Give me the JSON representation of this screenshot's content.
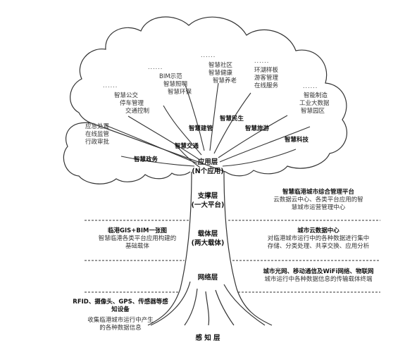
{
  "crown": {
    "gov_items": [
      "应急处置",
      "在线监管",
      "行政审批"
    ],
    "transport_items": [
      "智慧公交",
      "停车管理",
      "交通控制"
    ],
    "construction_items": [
      "BIM示范",
      "智慧照明",
      "智慧环保"
    ],
    "livelihood_items": [
      "智慧社区",
      "智慧健康",
      "智慧养老"
    ],
    "tourism_items": [
      "环湖样板",
      "游客管理",
      "在线服务"
    ],
    "tech_items": [
      "智能制造",
      "工业大数据",
      "智慧园区"
    ],
    "ellipsis": "......",
    "branches": {
      "gov": "智慧政务",
      "transport": "智慧交通",
      "construction": "智慧建管",
      "livelihood": "智慧民生",
      "tourism": "智慧旅游",
      "tech": "智慧科技"
    }
  },
  "layers": {
    "application": [
      "应用层",
      "(N个应用)"
    ],
    "support": [
      "支撑层",
      "(一大平台)"
    ],
    "carrier": [
      "载体层",
      "(两大载体)"
    ],
    "network": "网络层",
    "perception": "感 知 层"
  },
  "annotations": {
    "platform_title": "智慧临港城市综合管理平台",
    "platform_desc": [
      "云数据云中心、各类平台应用的智",
      "慧城市运营管理中心"
    ],
    "gis_title": "临港GIS+BIM一张图",
    "gis_desc": [
      "智慧临港各类平台应用构建的",
      "基础载体"
    ],
    "cloud_title": "城市云数据中心",
    "cloud_desc": [
      "对临港城市运行中的各种数据进行集中",
      "存储、分类处理、共享交换、应用分析"
    ],
    "network_title": "城市光网、移动通信及WiFi网络、物联网",
    "network_desc": "城市运行中各种数据信息的传输载体终端",
    "sensor_title": [
      "RFID、摄像头、GPS、传感器等感",
      "知设备"
    ],
    "sensor_desc": [
      "收集临港城市运行中产生",
      "的各种数据信息"
    ]
  }
}
